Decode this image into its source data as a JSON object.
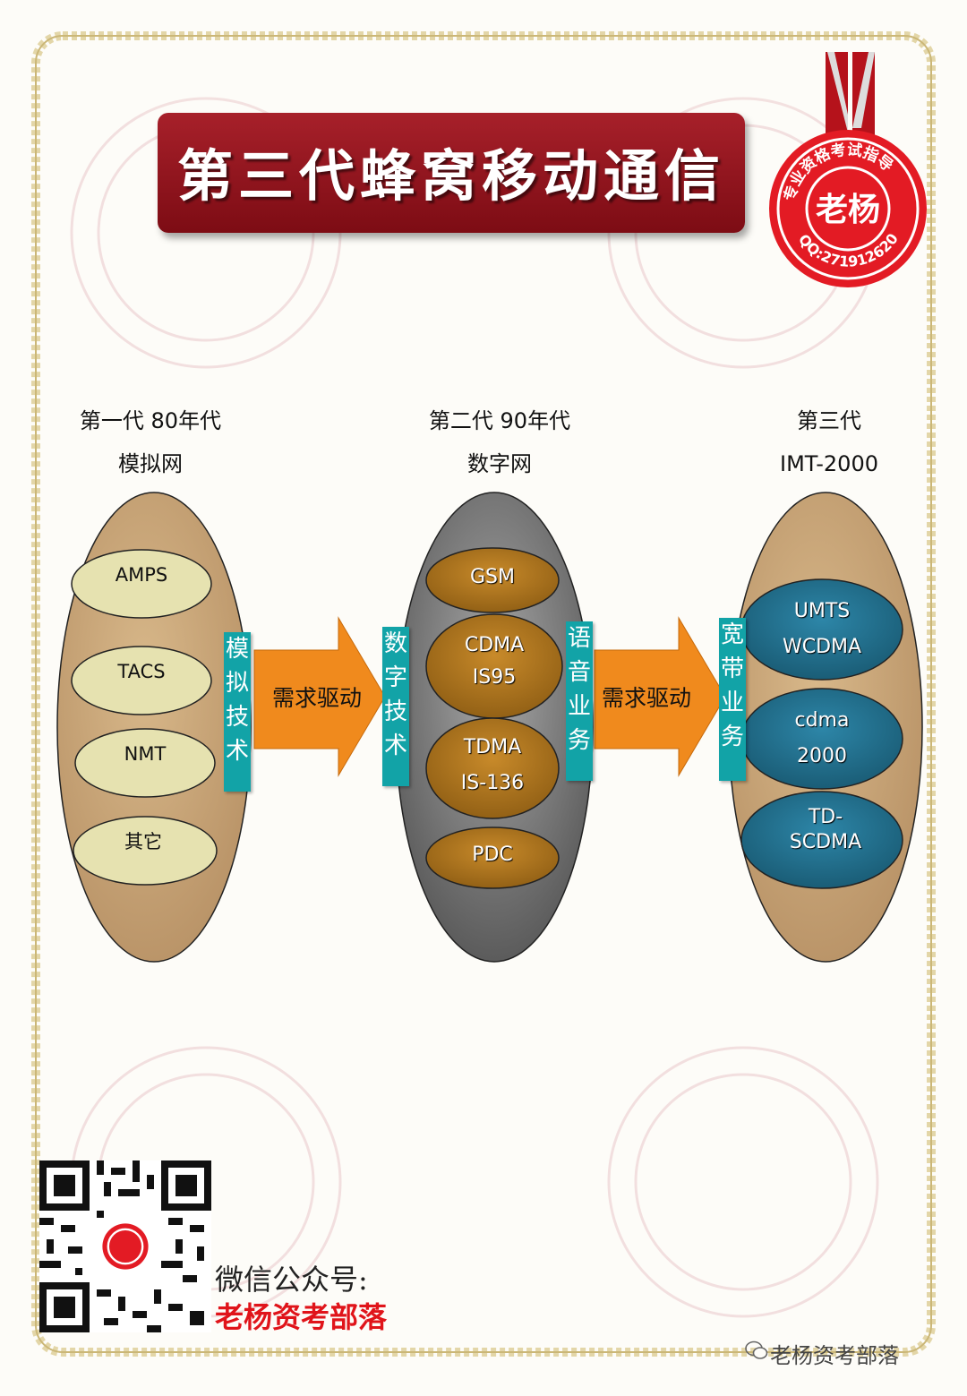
{
  "banner": {
    "title": "第三代蜂窝移动通信"
  },
  "stamp": {
    "top_text": "专业资格考试指导",
    "center_text": "老杨",
    "bottom_text": "QQ:271912620"
  },
  "generations": [
    {
      "line1": "第一代  80年代",
      "line2": "模拟网",
      "items": [
        "AMPS",
        "TACS",
        "NMT",
        "其它"
      ],
      "tag": [
        "模",
        "拟",
        "技",
        "术"
      ]
    },
    {
      "line1": "第二代 90年代",
      "line2": "数字网",
      "items": [
        [
          "GSM"
        ],
        [
          "CDMA",
          "IS95"
        ],
        [
          "TDMA",
          "IS-136"
        ],
        [
          "PDC"
        ]
      ],
      "tag": [
        "数",
        "字",
        "技",
        "术"
      ]
    },
    {
      "line1": "第三代",
      "line2": "IMT-2000",
      "items": [
        [
          "UMTS",
          "WCDMA"
        ],
        [
          "cdma",
          "2000"
        ],
        [
          "TD-",
          "SCDMA"
        ]
      ],
      "tag": [
        "宽",
        "带",
        "业",
        "务"
      ]
    }
  ],
  "voice_tag": [
    "语",
    "音",
    "业",
    "务"
  ],
  "arrows": [
    "需求驱动",
    "需求驱动"
  ],
  "wechat": {
    "label": "微信公众号:",
    "name": "老杨资考部落"
  },
  "footer": "老杨资考部落",
  "colors": {
    "banner": "#9a1621",
    "tag": "#12a3a7",
    "arrow": "#f08a1d",
    "tan_oval": "#c9a77a",
    "gray_oval": "#6e6e6e",
    "teal_oval": "#1e6f8e"
  }
}
